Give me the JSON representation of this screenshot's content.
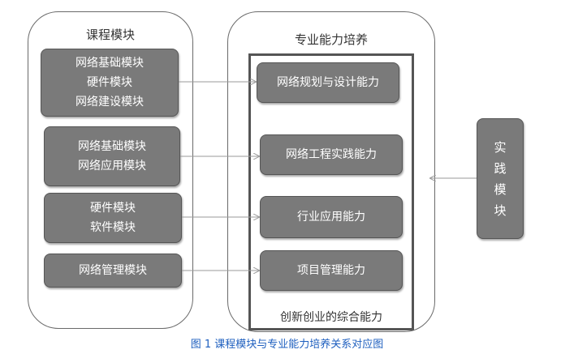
{
  "left_panel": {
    "title": "课程模块",
    "modules": [
      {
        "lines": [
          "网络基础模块",
          "硬件模块",
          "网络建设模块"
        ]
      },
      {
        "lines": [
          "网络基础模块",
          "网络应用模块"
        ]
      },
      {
        "lines": [
          "硬件模块",
          "软件模块"
        ]
      },
      {
        "lines": [
          "网络管理模块"
        ]
      }
    ]
  },
  "right_panel": {
    "title": "专业能力培养",
    "abilities": [
      "网络规划与设计能力",
      "网络工程实践能力",
      "行业应用能力",
      "项目管理能力"
    ],
    "bottom_label": "创新创业的综合能力"
  },
  "practice_module": {
    "chars": [
      "实",
      "践",
      "模",
      "块"
    ]
  },
  "caption": "图 1 课程模块与专业能力培养关系对应图",
  "colors": {
    "box_fill": "#7a7a7a",
    "arrow": "#9a9a9a",
    "caption": "#1e5fbf"
  }
}
